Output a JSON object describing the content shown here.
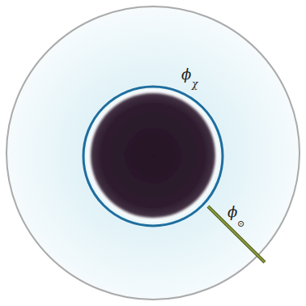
{
  "diagram": {
    "labels": [
      "ϕ",
      "χ",
      "ϕ",
      "⊙"
    ]
  }
}
